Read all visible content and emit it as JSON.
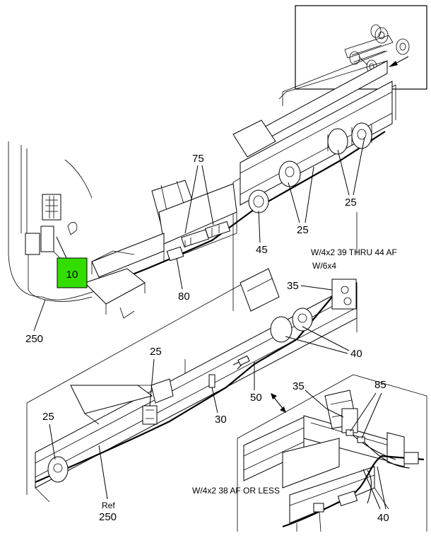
{
  "highlight": {
    "label": "10",
    "color": "#33dd00"
  },
  "callouts": {
    "c75": "75",
    "c25_top": "25",
    "c25_mid": "25",
    "c45": "45",
    "c80": "80",
    "c250": "250",
    "c35_top": "35",
    "c40_top": "40",
    "c25_low": "25",
    "c50": "50",
    "c30": "30",
    "c25_left": "25",
    "ref": "Ref",
    "c250_ref": "250",
    "c35_bottom": "35",
    "c85": "85",
    "c40_bottom": "40"
  },
  "notes": {
    "note_1_line1": "W/4x2 39 THRU 44 AF",
    "note_1_line2": "W/6x4",
    "note_2": "W/4x2 38 AF OR LESS"
  },
  "icons": {
    "locator": "truck-chassis-locator-icon",
    "arrow": "locator-arrow-icon"
  }
}
